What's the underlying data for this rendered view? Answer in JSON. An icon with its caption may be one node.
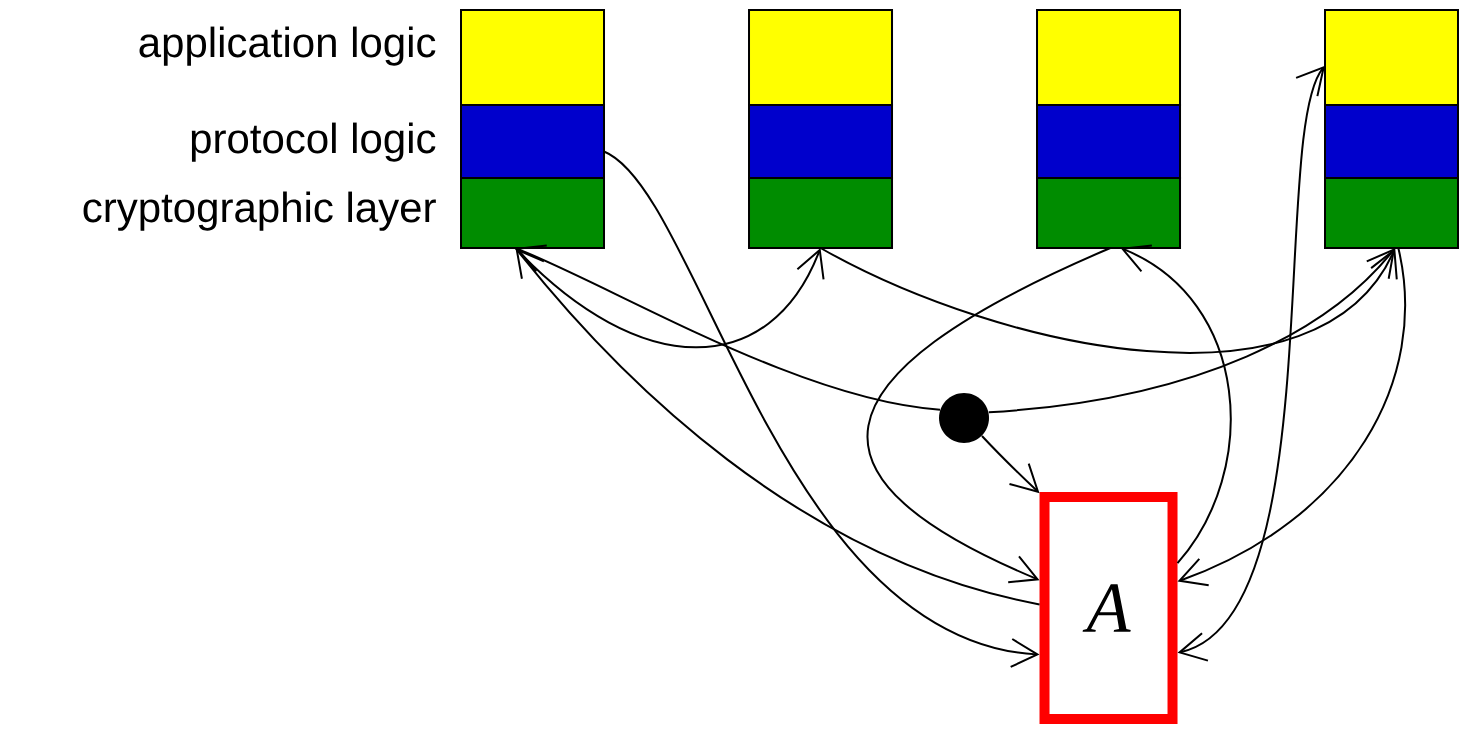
{
  "diagram": {
    "nodes": [
      {
        "text": [],
        "shape": "box"
      },
      {
        "text": [],
        "shape": "box"
      },
      {
        "text": [],
        "shape": "box"
      },
      {
        "text": [],
        "shape": "box"
      },
      {
        "text": [],
        "shape": "box"
      },
      {
        "text": [],
        "shape": "box"
      },
      {
        "text": [],
        "shape": "box"
      },
      {
        "text": [],
        "shape": "box"
      },
      {
        "text": [],
        "shape": "box"
      },
      {
        "text": [],
        "shape": "box"
      },
      {
        "text": [],
        "shape": "box"
      },
      {
        "text": [],
        "shape": "box"
      },
      {
        "text": [],
        "shape": "circle"
      },
      {
        "text": [
          "A"
        ]
      }
    ],
    "edges": [
      {
        "from": 1,
        "to": 13,
        "arrow": "to"
      },
      {
        "from": 13,
        "to": 2,
        "arrow": "to"
      },
      {
        "from": 12,
        "to": 2,
        "arrow": "to"
      },
      {
        "from": 2,
        "to": 5,
        "arrow": "to"
      },
      {
        "from": 5,
        "to": 11,
        "arrow": "to"
      },
      {
        "from": 8,
        "to": 13,
        "arrow": "to"
      },
      {
        "from": 13,
        "to": 8,
        "arrow": "to"
      },
      {
        "from": 12,
        "to": 13,
        "arrow": "to"
      },
      {
        "from": 12,
        "to": 11,
        "arrow": "to"
      },
      {
        "from": 11,
        "to": 13,
        "arrow": "to"
      },
      {
        "from": 13,
        "to": 9,
        "arrow": "both"
      }
    ],
    "labels": [
      "application logic",
      "protocol logic",
      "cryptographic layer"
    ]
  }
}
